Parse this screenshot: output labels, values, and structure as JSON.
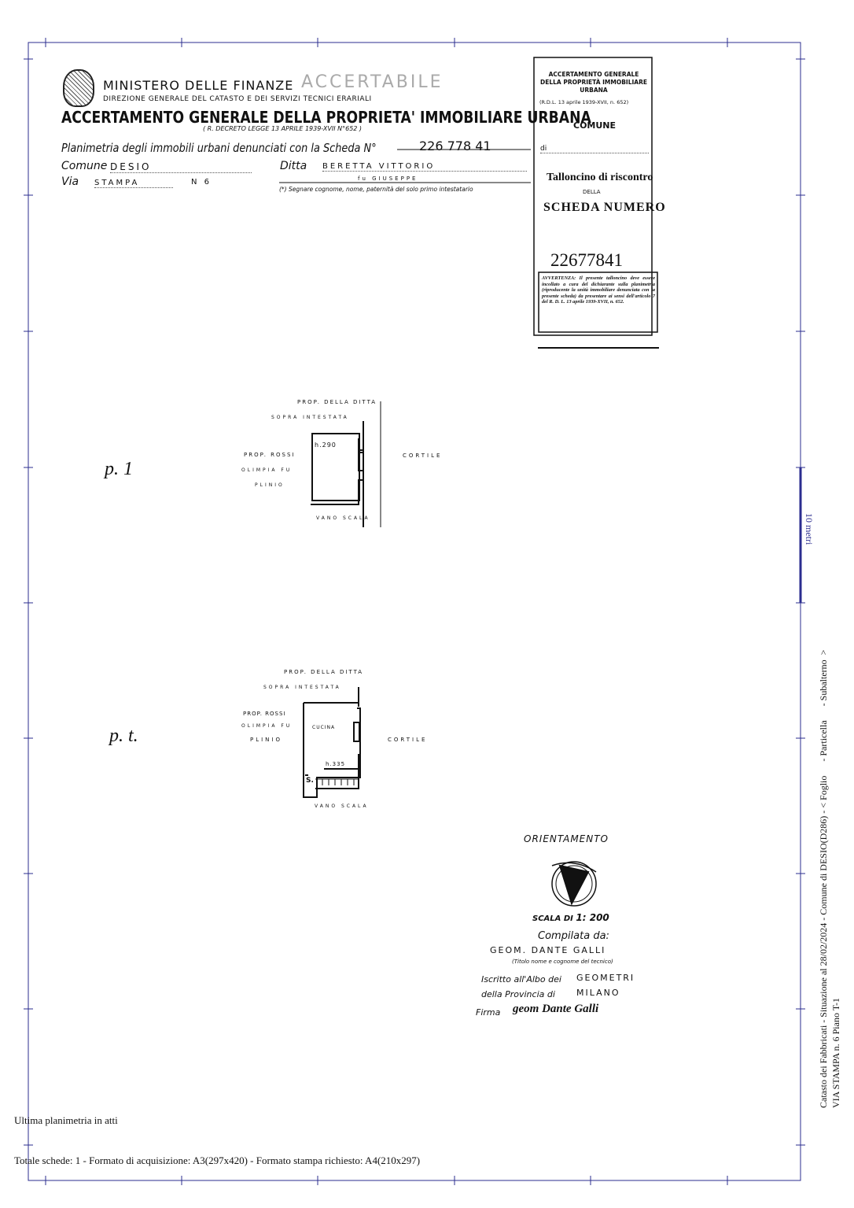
{
  "header": {
    "ministry": "MINISTERO DELLE FINANZE",
    "stamp": "ACCERTABILE",
    "direction": "DIREZIONE GENERALE DEL CATASTO E DEI SERVIZI TECNICI ERARIALI",
    "title": "ACCERTAMENTO GENERALE DELLA PROPRIETA' IMMOBILIARE URBANA",
    "decree": "( R. DECRETO LEGGE 13 APRILE 1939-XVII N°652 )",
    "planimetria_label": "Planimetria degli immobili urbani denunciati con la Scheda N°",
    "scheda_number": "226 778 41",
    "comune_label": "Comune",
    "comune_value": "DESIO",
    "ditta_label": "Ditta",
    "ditta_value": "BERETTA   VITTORIO",
    "via_label": "Via",
    "via_value": "STAMPA",
    "civico": "N 6",
    "paternita": "fu  GIUSEPPE",
    "note": "(*) Segnare cognome, nome, paternità del solo primo intestatario"
  },
  "tallon": {
    "heading": "ACCERTAMENTO GENERALE DELLA PROPRIETÀ IMMOBILIARE URBANA",
    "rdl": "(R.D.L. 13 aprile 1939-XVII, n. 652)",
    "comune": "COMUNE",
    "di": "di",
    "tallon_title": "Talloncino di riscontro",
    "della": "DELLA",
    "scheda_numero": "SCHEDA NUMERO",
    "number": "22677841",
    "avvertenza": "AVVERTENZA: Il presente talloncino deve essere incollato a cura del dichiarante sulla planimetria (riproducente la unità immobiliare denunciata con la presente scheda) da presentare ai sensi dell'articolo 7 del R. D. L. 13 aprile 1939-XVII, n. 652."
  },
  "plans": [
    {
      "floor_label": "p. 1",
      "north": "PROP. DELLA DITTA",
      "north2": "SOPRA INTESTATA",
      "west": "PROP. ROSSI",
      "west2": "OLIMPIA FU",
      "west3": "PLINIO",
      "east": "CORTILE",
      "south": "VANO SCALA",
      "height": "h.290"
    },
    {
      "floor_label": "p. t.",
      "north": "PROP. DELLA DITTA",
      "north2": "SOPRA INTESTATA",
      "west": "PROP. ROSSI",
      "west2": "OLIMPIA FU",
      "west3": "PLINIO",
      "east": "CORTILE",
      "south": "VANO SCALA",
      "room": "CUCINA",
      "height": "h.335",
      "stair": "S."
    }
  ],
  "legend": {
    "orientamento": "ORIENTAMENTO",
    "scala_label": "SCALA DI",
    "scala_value": "1: 200",
    "compilata": "Compilata da:",
    "tecnico": "GEOM. DANTE GALLI",
    "tecnico_note": "(Titolo nome e cognome del tecnico)",
    "iscritto_label": "Iscritto all'Albo dei",
    "albo": "GEOMETRI",
    "provincia_label": "della Provincia di",
    "provincia": "MILANO",
    "firma_label": "Firma",
    "firma": "geom Dante Galli"
  },
  "side": {
    "scale_bar": "10 metri",
    "line1": "Catasto dei Fabbricati - Situazione al 28/02/2024 - Comune di DESIO(D286) - < Foglio      - Particella      - Subalterno  >",
    "line2": "VIA STAMPA n. 6 Piano T-1"
  },
  "footer": {
    "ultima": "Ultima planimetria in atti",
    "totale": "Totale schede: 1 - Formato di acquisizione: A3(297x420)  - Formato stampa richiesto: A4(210x297)"
  },
  "colors": {
    "frame": "#2b2d8f",
    "ink": "#111111"
  }
}
